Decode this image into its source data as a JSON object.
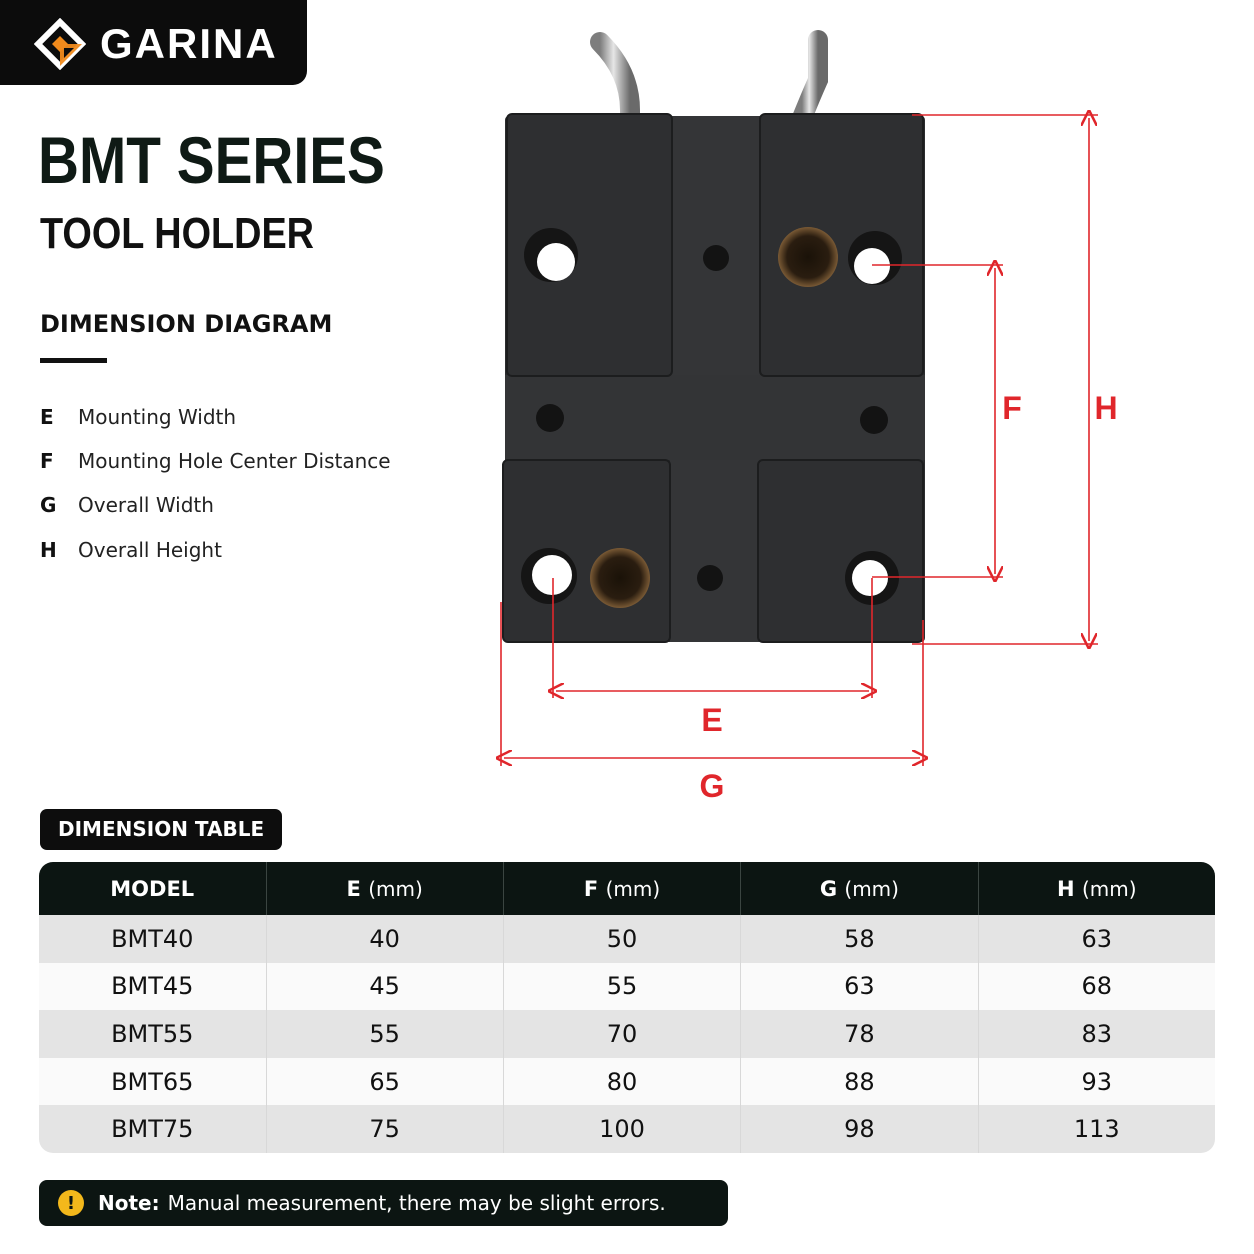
{
  "brand": {
    "name": "GARINA",
    "colors": {
      "mark_orange": "#f08a1c",
      "mark_white": "#ffffff",
      "bar": "#0c0c0c"
    }
  },
  "title": {
    "main": "BMT SERIES",
    "sub": "TOOL HOLDER"
  },
  "dimension_diagram": {
    "heading": "DIMENSION DIAGRAM",
    "legend": [
      {
        "key": "E",
        "label": "Mounting Width"
      },
      {
        "key": "F",
        "label": "Mounting Hole Center Distance"
      },
      {
        "key": "G",
        "label": "Overall Width"
      },
      {
        "key": "H",
        "label": "Overall Height"
      }
    ],
    "callouts": {
      "e": "E",
      "f": "F",
      "g": "G",
      "h": "H"
    },
    "accent_color": "#e0262b"
  },
  "dimension_table": {
    "tag": "DIMENSION TABLE",
    "headers": [
      {
        "label": "MODEL",
        "unit": ""
      },
      {
        "label": "E",
        "unit": "(mm)"
      },
      {
        "label": "F",
        "unit": "(mm)"
      },
      {
        "label": "G",
        "unit": "(mm)"
      },
      {
        "label": "H",
        "unit": "(mm)"
      }
    ],
    "rows": [
      [
        "BMT40",
        "40",
        "50",
        "58",
        "63"
      ],
      [
        "BMT45",
        "45",
        "55",
        "63",
        "68"
      ],
      [
        "BMT55",
        "55",
        "70",
        "78",
        "83"
      ],
      [
        "BMT65",
        "65",
        "80",
        "88",
        "93"
      ],
      [
        "BMT75",
        "75",
        "100",
        "98",
        "113"
      ]
    ]
  },
  "note": {
    "icon": "exclamation-icon",
    "label": "Note:",
    "text": "Manual measurement, there may be slight errors."
  }
}
